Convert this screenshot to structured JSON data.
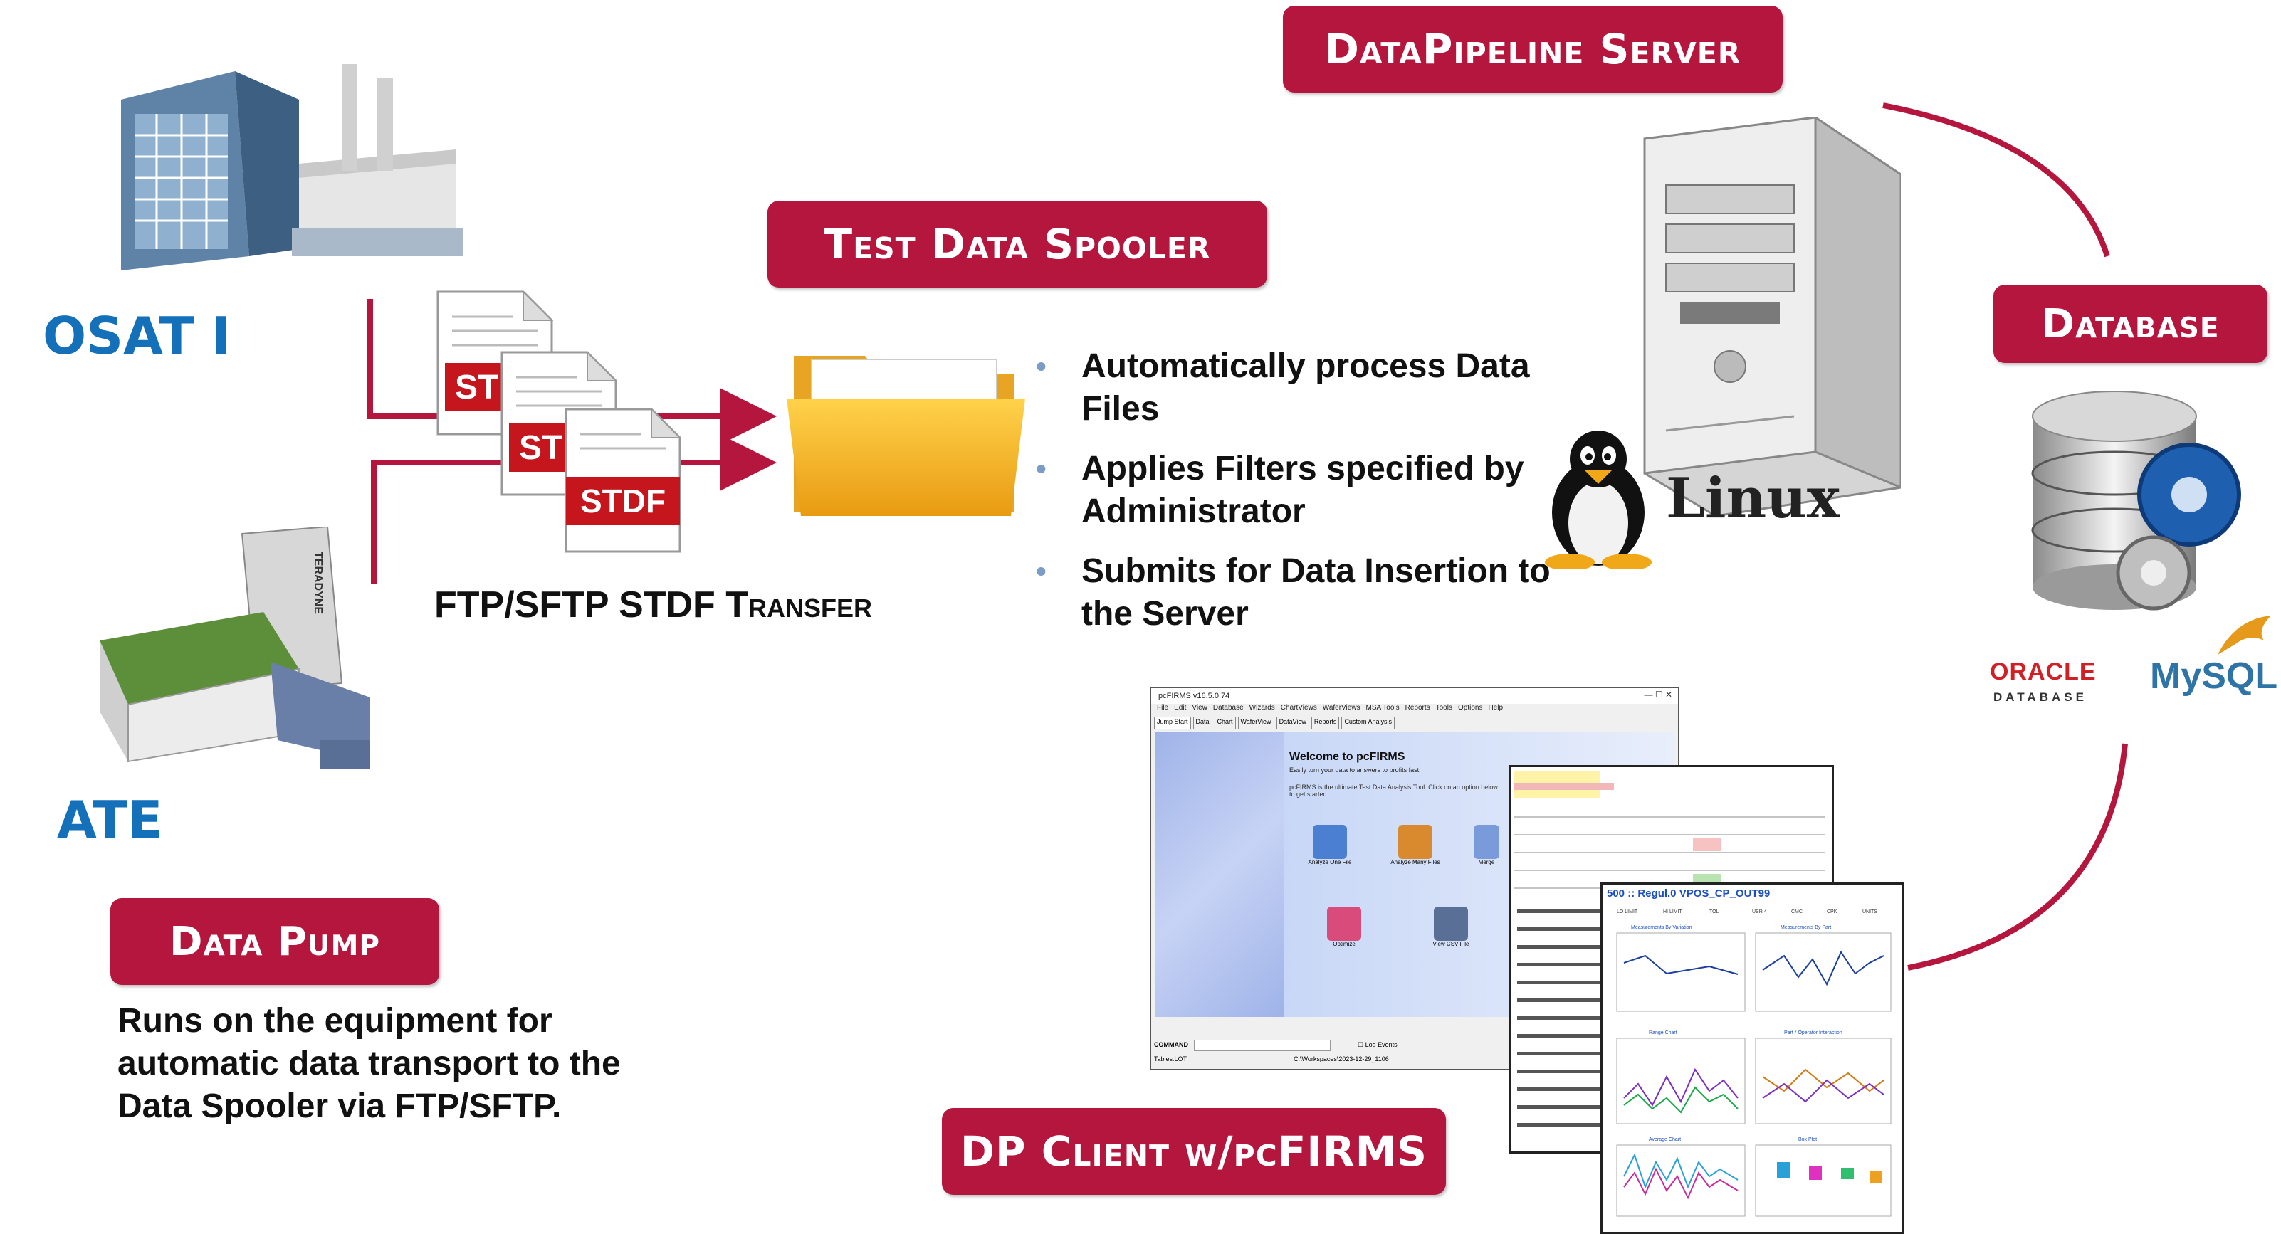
{
  "colors": {
    "accent": "#b5163e",
    "title_blue": "#1470b8"
  },
  "labels": {
    "osat": "OSAT I",
    "ate": "ATE",
    "transfer": "FTP/SFTP STDF Transfer",
    "linux": "Linux",
    "oracle": "ORACLE",
    "oracle_sub": "DATABASE",
    "mysql": "MySQL",
    "teradyne": "TERADYNE"
  },
  "boxes": {
    "spooler": "Test Data Spooler",
    "server": "DataPipeline Server",
    "database": "Database",
    "data_pump": "Data Pump",
    "client": "DP Client w/pcFIRMS"
  },
  "stdf_docs": [
    "STDF",
    "STDF",
    "STDF"
  ],
  "bullet_icon": "•",
  "spooler_bullets": [
    "Automatically process Data Files",
    "Applies Filters specified by Administrator",
    "Submits for Data Insertion to the Server"
  ],
  "data_pump_text": "Runs on the equipment for automatic data transport to the Data Spooler via FTP/SFTP.",
  "pcfirms": {
    "title": "pcFIRMS v16.5.0.74",
    "menu": [
      "File",
      "Edit",
      "View",
      "Database",
      "Wizards",
      "ChartViews",
      "WaferViews",
      "MSA Tools",
      "Reports",
      "Tools",
      "Options",
      "Help"
    ],
    "tabs": [
      "Jump Start",
      "Data",
      "Chart",
      "WaferView",
      "DataView",
      "Reports",
      "Custom Analysis"
    ],
    "welcome": "Welcome to pcFIRMS",
    "tagline": "Easily turn your data to answers to profits fast!",
    "intro": "pcFIRMS is the ultimate Test Data Analysis Tool. Click on an option below to get started.",
    "tools": [
      "Analyze One File",
      "Analyze Many Files",
      "Merge",
      "Optimize",
      "View CSV File"
    ],
    "command_label": "COMMAND",
    "log_events": "Log Events",
    "status_left": "Tables:LOT",
    "status_path": "C:\\Workspaces\\2023-12-29_1106"
  },
  "report": {
    "title": "500 :: Regul.0 VPOS_CP_OUT99",
    "stats_headers": [
      "LO LIMIT",
      "HI LIMIT",
      "TOL",
      "USR 4",
      "CMC",
      "CPK",
      "UNITS"
    ],
    "charts": [
      "Measurements By Variation",
      "Measurements By Part",
      "Range Chart",
      "Part * Operator Interaction",
      "Average Chart",
      "Box Plot"
    ]
  }
}
